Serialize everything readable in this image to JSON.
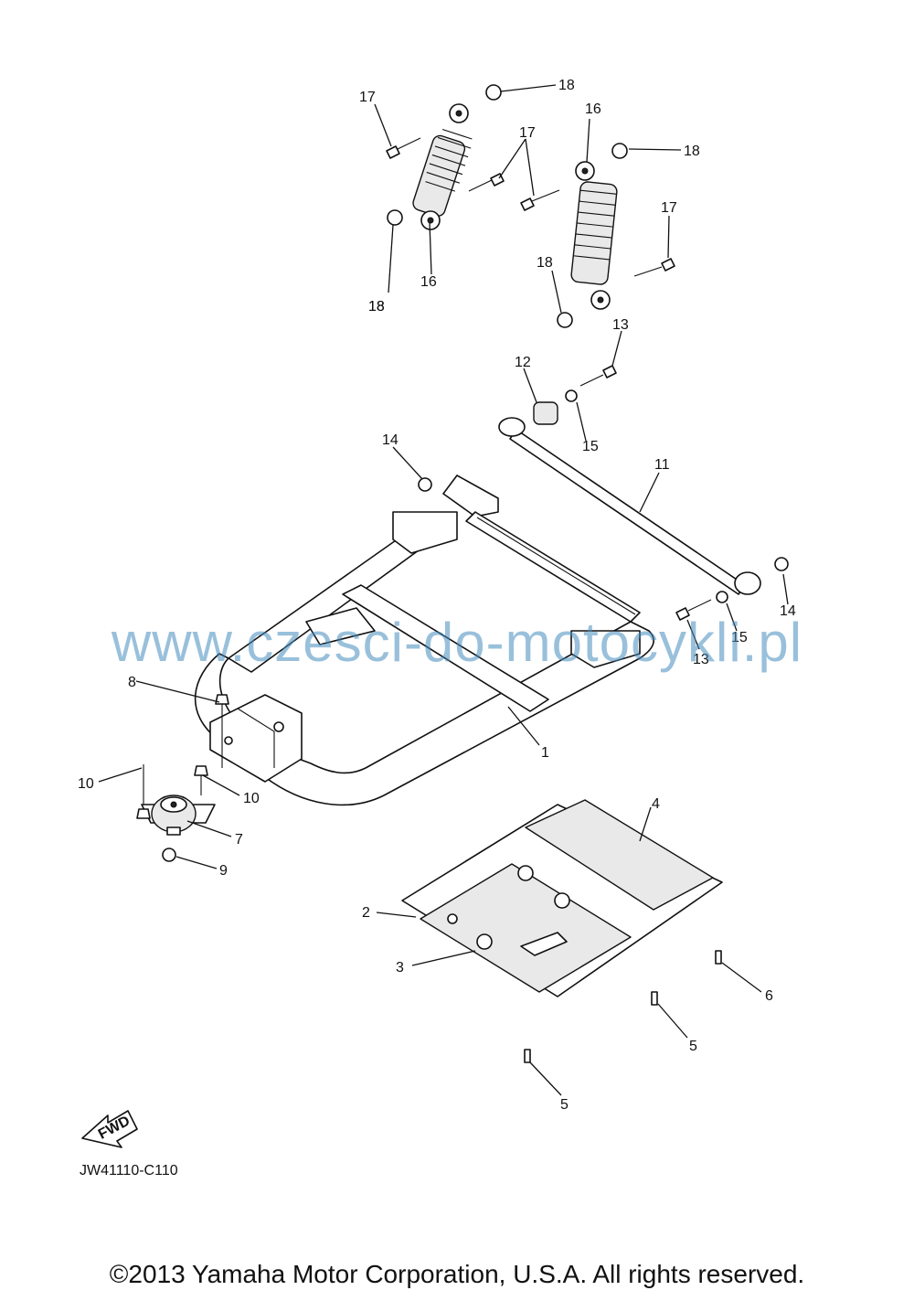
{
  "watermark": "www.czesci-do-motocykli.pl",
  "reference_code": "JW41110-C110",
  "fwd_label": "FWD",
  "copyright": "©2013 Yamaha Motor Corporation, U.S.A. All rights reserved.",
  "callouts": [
    {
      "id": "c17a",
      "label": "17"
    },
    {
      "id": "c18a",
      "label": "18"
    },
    {
      "id": "c17b",
      "label": "17"
    },
    {
      "id": "c16a",
      "label": "16"
    },
    {
      "id": "c18b",
      "label": "18"
    },
    {
      "id": "c17c",
      "label": "17"
    },
    {
      "id": "c18c",
      "label": "18"
    },
    {
      "id": "c16b",
      "label": "16"
    },
    {
      "id": "c18d",
      "label": "18"
    },
    {
      "id": "c18e",
      "label": "18"
    },
    {
      "id": "c13a",
      "label": "13"
    },
    {
      "id": "c12",
      "label": "12"
    },
    {
      "id": "c15a",
      "label": "15"
    },
    {
      "id": "c14a",
      "label": "14"
    },
    {
      "id": "c11",
      "label": "11"
    },
    {
      "id": "c14b",
      "label": "14"
    },
    {
      "id": "c15b",
      "label": "15"
    },
    {
      "id": "c13b",
      "label": "13"
    },
    {
      "id": "c8",
      "label": "8"
    },
    {
      "id": "c1",
      "label": "1"
    },
    {
      "id": "c10a",
      "label": "10"
    },
    {
      "id": "c10b",
      "label": "10"
    },
    {
      "id": "c7",
      "label": "7"
    },
    {
      "id": "c9",
      "label": "9"
    },
    {
      "id": "c4",
      "label": "4"
    },
    {
      "id": "c2",
      "label": "2"
    },
    {
      "id": "c3",
      "label": "3"
    },
    {
      "id": "c6",
      "label": "6"
    },
    {
      "id": "c5a",
      "label": "5"
    },
    {
      "id": "c5b",
      "label": "5"
    }
  ]
}
